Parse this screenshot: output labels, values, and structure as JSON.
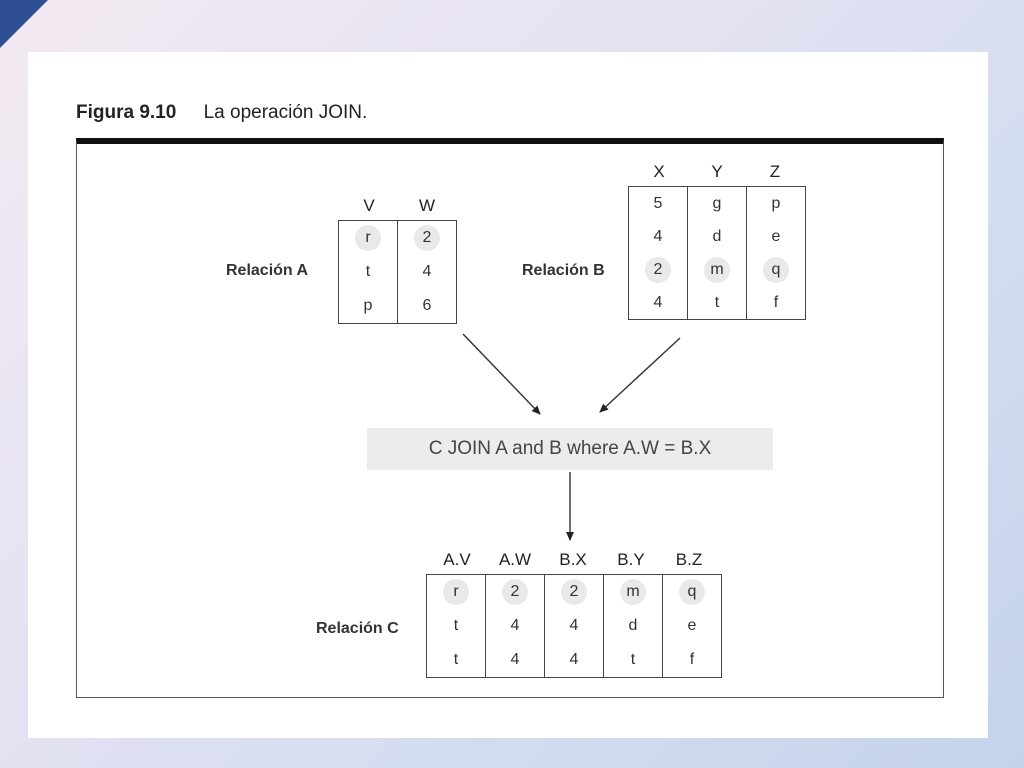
{
  "figure": {
    "label": "Figura 9.10",
    "caption": "La operación JOIN."
  },
  "relation_a": {
    "label": "Relación A",
    "columns": [
      "V",
      "W"
    ],
    "rows": [
      [
        "r",
        "2"
      ],
      [
        "t",
        "4"
      ],
      [
        "p",
        "6"
      ]
    ]
  },
  "relation_b": {
    "label": "Relación B",
    "columns": [
      "X",
      "Y",
      "Z"
    ],
    "rows": [
      [
        "5",
        "g",
        "p"
      ],
      [
        "4",
        "d",
        "e"
      ],
      [
        "2",
        "m",
        "q"
      ],
      [
        "4",
        "t",
        "f"
      ]
    ]
  },
  "join": {
    "text": "C  JOIN A and B where A.W = B.X"
  },
  "relation_c": {
    "label": "Relación C",
    "columns": [
      "A.V",
      "A.W",
      "B.X",
      "B.Y",
      "B.Z"
    ],
    "rows": [
      [
        "r",
        "2",
        "2",
        "m",
        "q"
      ],
      [
        "t",
        "4",
        "4",
        "d",
        "e"
      ],
      [
        "t",
        "4",
        "4",
        "t",
        "f"
      ]
    ]
  },
  "colors": {
    "frame_top_rule": "#111111",
    "highlight": "#e9e9e9",
    "join_box": "#ececec",
    "slide_accent": "#2e4f95"
  }
}
